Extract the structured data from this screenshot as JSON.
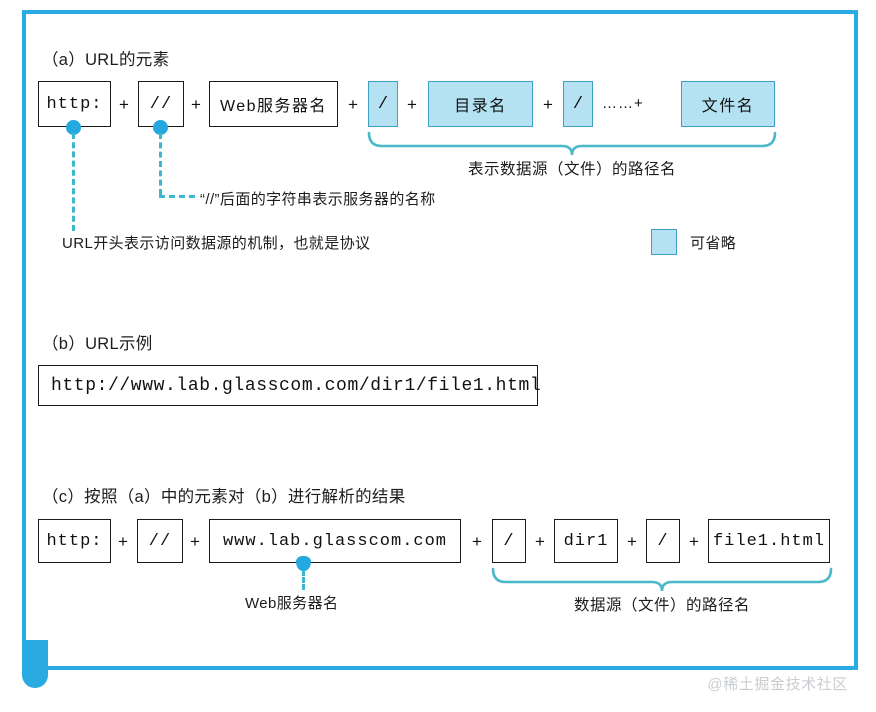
{
  "frame": {
    "accent_color": "#29abe2"
  },
  "sections": {
    "a": {
      "heading": "（a）URL的元素",
      "elements": [
        {
          "text": "http:",
          "highlight": false
        },
        {
          "text": "//",
          "highlight": false
        },
        {
          "text": "Web服务器名",
          "highlight": false
        },
        {
          "text": "/",
          "highlight": true
        },
        {
          "text": "目录名",
          "highlight": true
        },
        {
          "text": "/",
          "highlight": true
        },
        {
          "text": "文件名",
          "highlight": true
        }
      ],
      "operators": {
        "plus": "+",
        "ellipsis": "……+"
      },
      "brace_label": "表示数据源（文件）的路径名",
      "callouts": [
        {
          "text": "URL开头表示访问数据源的机制，也就是协议"
        },
        {
          "text": "“//”后面的字符串表示服务器的名称"
        }
      ],
      "legend": {
        "label": "可省略",
        "swatch_color": "#b4e2f2"
      }
    },
    "b": {
      "heading": "（b）URL示例",
      "url": "http://www.lab.glasscom.com/dir1/file1.html"
    },
    "c": {
      "heading": "（c）按照（a）中的元素对（b）进行解析的结果",
      "elements": [
        {
          "text": "http:"
        },
        {
          "text": "//"
        },
        {
          "text": "www.lab.glasscom.com"
        },
        {
          "text": "/"
        },
        {
          "text": "dir1"
        },
        {
          "text": "/"
        },
        {
          "text": "file1.html"
        }
      ],
      "operators": {
        "plus": "+"
      },
      "callout": "Web服务器名",
      "brace_label": "数据源（文件）的路径名"
    }
  },
  "watermark": "@稀土掘金技术社区"
}
